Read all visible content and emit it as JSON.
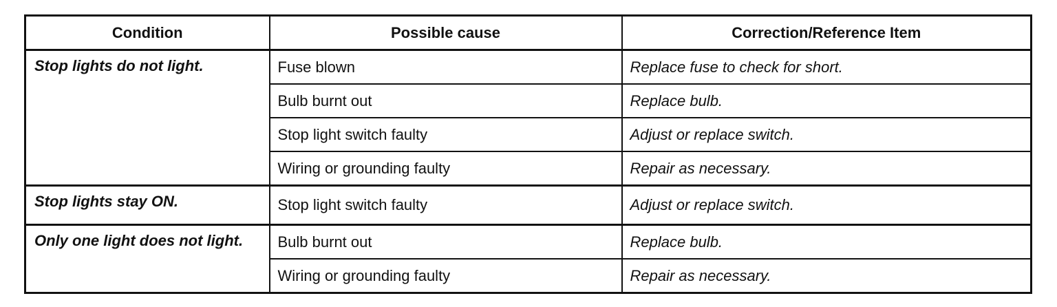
{
  "table": {
    "headers": {
      "condition": "Condition",
      "cause": "Possible cause",
      "correction": "Correction/Reference Item"
    },
    "groups": [
      {
        "condition": "Stop lights do not light.",
        "rows": [
          {
            "cause": "Fuse blown",
            "correction": "Replace fuse to check for short."
          },
          {
            "cause": "Bulb burnt out",
            "correction": "Replace bulb."
          },
          {
            "cause": "Stop light switch faulty",
            "correction": "Adjust or replace switch."
          },
          {
            "cause": "Wiring or grounding faulty",
            "correction": "Repair as necessary."
          }
        ]
      },
      {
        "condition": "Stop lights stay ON.",
        "rows": [
          {
            "cause": "Stop light switch faulty",
            "correction": "Adjust or replace switch."
          }
        ]
      },
      {
        "condition": "Only one light does not light.",
        "rows": [
          {
            "cause": "Bulb burnt out",
            "correction": "Replace bulb."
          },
          {
            "cause": "Wiring or grounding faulty",
            "correction": "Repair as necessary."
          }
        ]
      }
    ]
  }
}
